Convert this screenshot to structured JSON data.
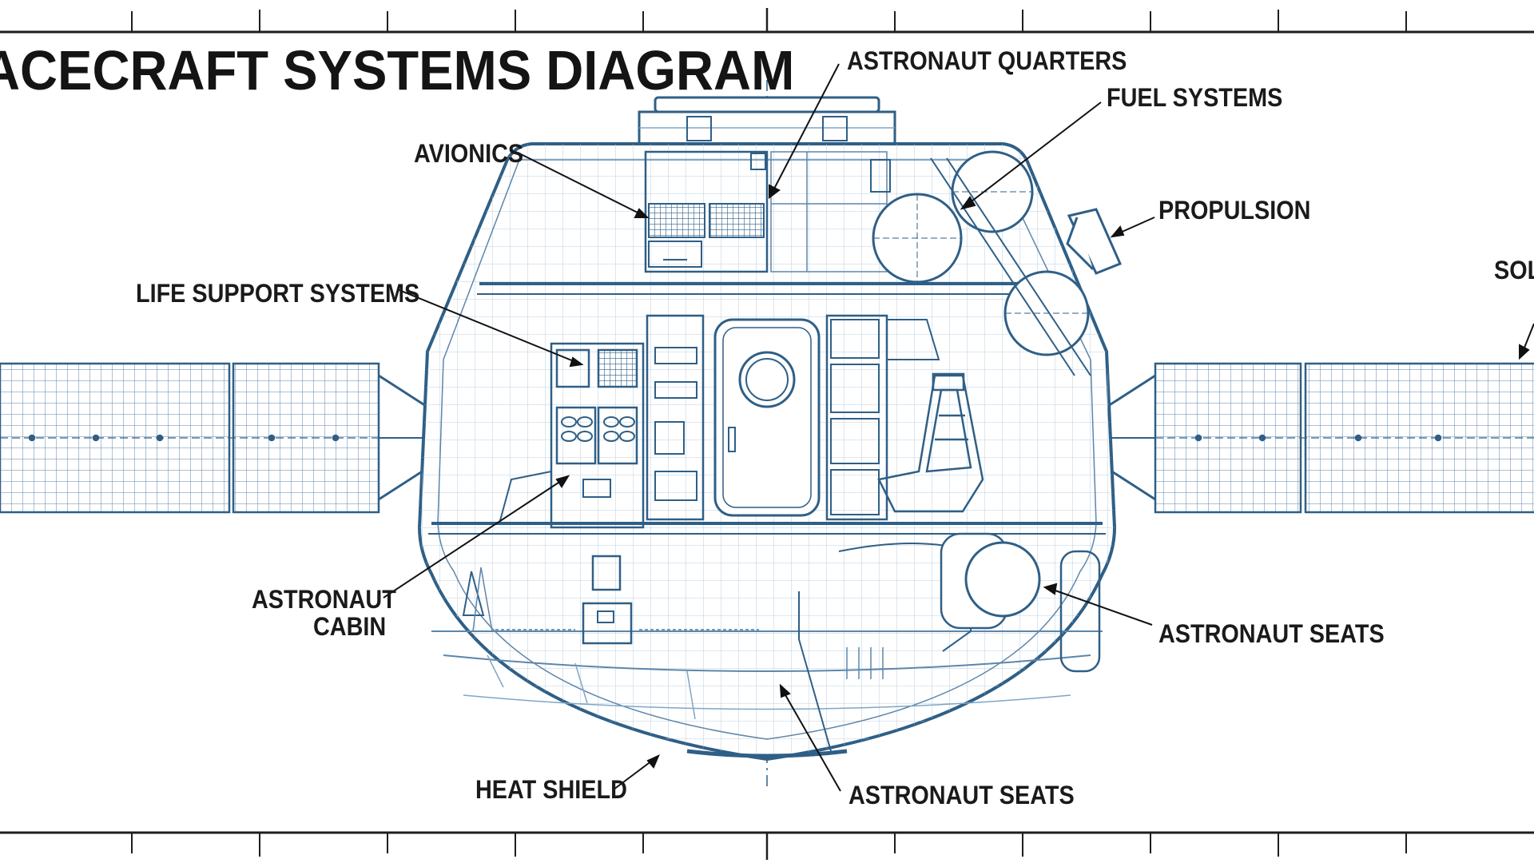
{
  "title": "ACECRAFT SYSTEMS DIAGRAM",
  "labels": {
    "astronaut_quarters": "ASTRONAUT QUARTERS",
    "fuel_systems": "FUEL SYSTEMS",
    "avionics": "AVIONICS",
    "propulsion": "PROPULSION",
    "solar": "SOL",
    "life_support": "LIFE SUPPORT SYSTEMS",
    "astronaut_cabin_1": "ASTRONAUT",
    "astronaut_cabin_2": "CABIN",
    "astronaut_seats_right": "ASTRONAUT SEATS",
    "heat_shield": "HEAT SHIELD",
    "astronaut_seats_bottom": "ASTRONAUT SEATS"
  },
  "colors": {
    "blueprint_line": "#2f5f86",
    "blueprint_light": "#7fa6c6",
    "ink": "#1a1a1a",
    "background": "#ffffff"
  }
}
